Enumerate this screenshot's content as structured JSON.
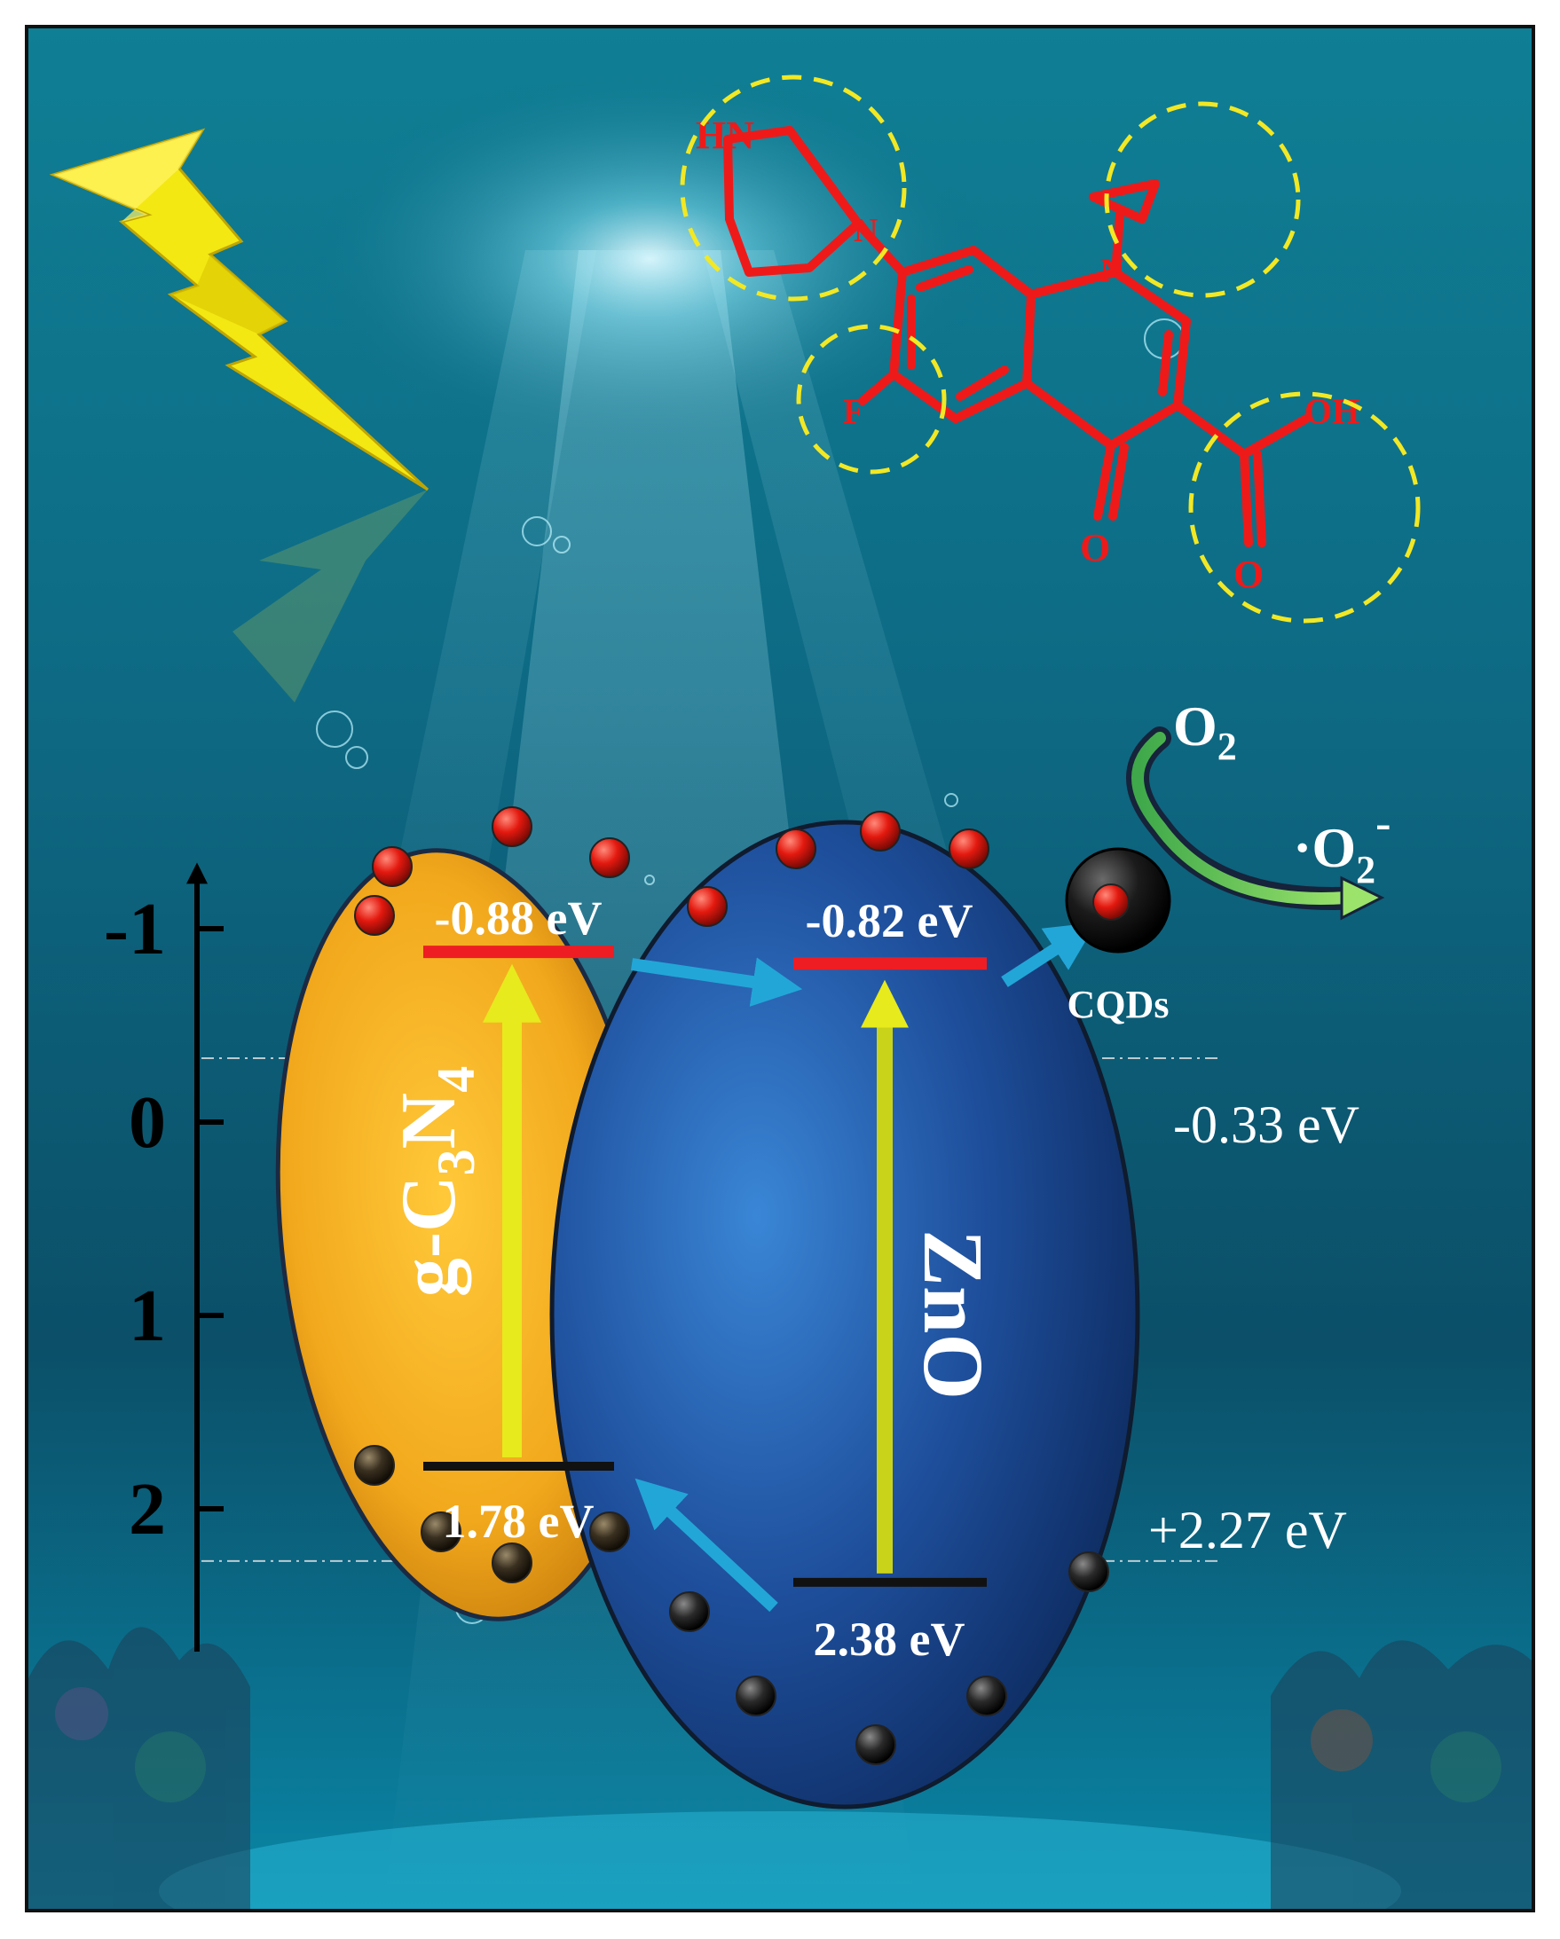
{
  "axis": {
    "ticks": [
      {
        "label": "-1",
        "value": -1
      },
      {
        "label": "0",
        "value": 0
      },
      {
        "label": "1",
        "value": 1
      },
      {
        "label": "2",
        "value": 2
      }
    ]
  },
  "semiconductors": {
    "gcn": {
      "label_main": "g-C",
      "sub1": "3",
      "mid": "N",
      "sub2": "4",
      "cb_label": "-0.88 eV",
      "vb_label": "1.78 eV",
      "cb_value": -0.88,
      "vb_value": 1.78,
      "color": "#f2a81c"
    },
    "zno": {
      "label": "ZnO",
      "cb_label": "-0.82 eV",
      "vb_label": "2.38 eV",
      "cb_value": -0.82,
      "vb_value": 2.38,
      "color": "#1e4f9c"
    }
  },
  "reference_levels": {
    "o2_potential_label": "-0.33 eV",
    "oh_potential_label": "+2.27 eV",
    "o2_value": -0.33,
    "oh_value": 2.27
  },
  "cqds": {
    "label": "CQDs"
  },
  "reaction": {
    "reactant": "O",
    "reactant_sub": "2",
    "product_prefix": "·O",
    "product_sub": "2",
    "product_sup": "-"
  },
  "molecule": {
    "atoms": [
      "HN",
      "N",
      "N",
      "F",
      "O",
      "OH",
      "O"
    ]
  },
  "colors": {
    "water_top": "#0d6f86",
    "water_mid": "#0e5873",
    "conduction_band": "#ee1d23",
    "valence_band": "#111111",
    "electron": "#e3190f",
    "hole": "#1a1a1a",
    "lightning": "#f3e812",
    "transfer_arrow": "#22a6d8",
    "excitation_arrow": "#e7ea1d",
    "highlight_circle": "#f2e824",
    "molecule": "#ee1a1a"
  }
}
